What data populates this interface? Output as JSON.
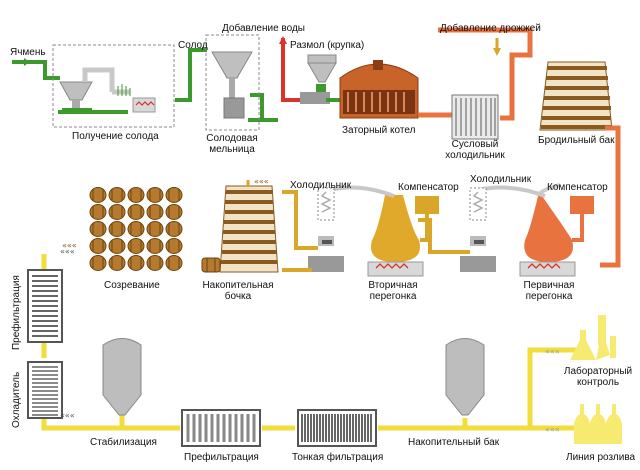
{
  "labels": {
    "barley": "Ячмень",
    "malt": "Солод",
    "malting": "Получение солода",
    "water": "Добавление воды",
    "malt_mill": [
      "Солодовая",
      "мельница"
    ],
    "milling": "Размол (крупка)",
    "mash_tun": "Заторный котел",
    "wort_cooler": [
      "Сусловый",
      "холодильник"
    ],
    "yeast": "Добавление дрожжей",
    "fermenter": "Бродильный бак",
    "condenser_1": "Холодильник",
    "condenser_2": "Холодильник",
    "compensator_1": "Компенсатор",
    "compensator_2": "Компенсатор",
    "storage_cask": [
      "Накопительная",
      "бочка"
    ],
    "second_distill": [
      "Вторичная",
      "перегонка"
    ],
    "first_distill": [
      "Первичная",
      "перегонка"
    ],
    "maturation": "Созревание",
    "prefilter_vert": "Префильтрация",
    "cooler_vert": "Охладитель",
    "stabilization": "Стабилизация",
    "prefilter": "Префильтрация",
    "fine_filter": "Тонкая фильтрация",
    "storage_tank": "Накопительный бак",
    "lab": [
      "Лабораторный",
      "контроль"
    ],
    "bottling": "Линия розлива"
  },
  "colors": {
    "green": "#3c9a2c",
    "red": "#d8352a",
    "orange": "#e8733e",
    "gold": "#d9a62a",
    "yellow": "#f1de3c",
    "brown": "#8a5a20",
    "grey": "#b0b0b0"
  }
}
